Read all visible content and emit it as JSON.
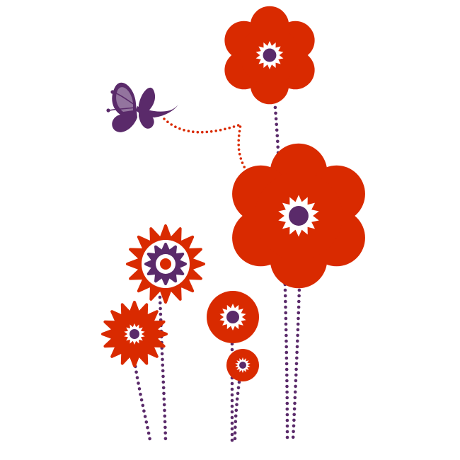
{
  "colors": {
    "background": "#ffffff",
    "petal": "#d92a00",
    "accent": "#5a2a6a",
    "center_ring": "#ffffff",
    "trail": "#d92a00"
  },
  "illustration": {
    "flowers": [
      {
        "id": "flower-top-right",
        "kind": "round-petals"
      },
      {
        "id": "flower-large-right",
        "kind": "round-petals"
      },
      {
        "id": "flower-layered-left",
        "kind": "pointed-layered"
      },
      {
        "id": "flower-small-left",
        "kind": "pointed"
      },
      {
        "id": "flower-disc-middle",
        "kind": "disc"
      },
      {
        "id": "flower-disc-small",
        "kind": "disc"
      }
    ],
    "butterfly": {
      "icon": "butterfly-icon"
    },
    "trail": {
      "icon": "dotted-trail"
    }
  }
}
